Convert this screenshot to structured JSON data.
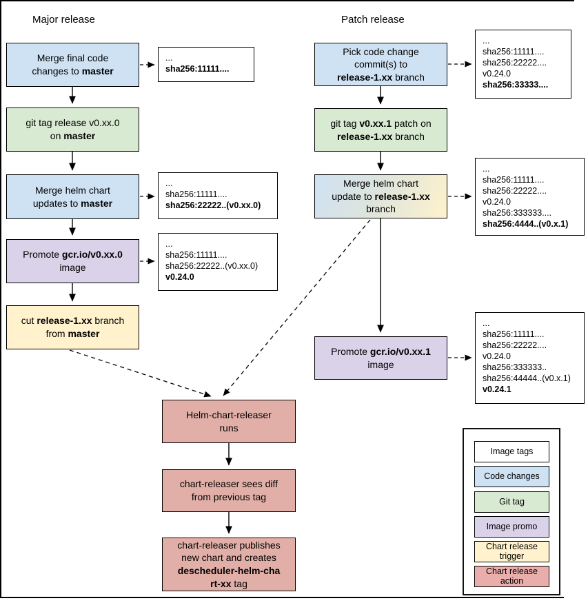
{
  "titles": {
    "major": "Major release",
    "patch": "Patch release"
  },
  "colors": {
    "code_changes": "#cfe2f3",
    "git_tag": "#d9ead3",
    "image_promo": "#d9d2e9",
    "chart_release_trigger": "#fff2cc",
    "chart_release_action": "#e1afa7",
    "legend_action": "#e9aeac",
    "image_tags": "#ffffff",
    "line": "#000000"
  },
  "major": {
    "steps": [
      {
        "segments": [
          {
            "t": "Merge final code"
          },
          {
            "br": true
          },
          {
            "t": "changes to "
          },
          {
            "t": "master",
            "b": true
          }
        ]
      },
      {
        "segments": [
          {
            "t": "git tag release v0.xx.0"
          },
          {
            "br": true
          },
          {
            "t": "on "
          },
          {
            "t": "master",
            "b": true
          }
        ]
      },
      {
        "segments": [
          {
            "t": "Merge helm chart"
          },
          {
            "br": true
          },
          {
            "t": "updates to "
          },
          {
            "t": "master",
            "b": true
          }
        ]
      },
      {
        "segments": [
          {
            "t": "Promote "
          },
          {
            "t": "gcr.io/v0.xx.0",
            "b": true
          },
          {
            "br": true
          },
          {
            "t": "image"
          }
        ]
      },
      {
        "segments": [
          {
            "t": "cut "
          },
          {
            "t": "release-1.xx",
            "b": true
          },
          {
            "t": " branch"
          },
          {
            "br": true
          },
          {
            "t": "from "
          },
          {
            "t": "master",
            "b": true
          }
        ]
      }
    ],
    "annotations": [
      {
        "lines": [
          "...",
          "sha256:11111...."
        ],
        "bold_last": true
      },
      {
        "lines": [
          "...",
          "sha256:11111....",
          "sha256:22222..(v0.xx.0)"
        ],
        "bold_last": true
      },
      {
        "lines": [
          "...",
          "sha256:11111....",
          "sha256:22222..(v0.xx.0)",
          "v0.24.0"
        ],
        "bold_last": true
      }
    ]
  },
  "patch": {
    "steps": [
      {
        "segments": [
          {
            "t": "Pick code change"
          },
          {
            "br": true
          },
          {
            "t": "commit(s) to"
          },
          {
            "br": true
          },
          {
            "t": "release-1.xx",
            "b": true
          },
          {
            "t": " branch"
          }
        ]
      },
      {
        "segments": [
          {
            "t": "git tag "
          },
          {
            "t": "v0.xx.1",
            "b": true
          },
          {
            "t": " patch on"
          },
          {
            "br": true
          },
          {
            "t": "release-1.xx",
            "b": true
          },
          {
            "t": " branch"
          }
        ]
      },
      {
        "segments": [
          {
            "t": "Merge helm chart"
          },
          {
            "br": true
          },
          {
            "t": "update to "
          },
          {
            "t": "release-1.xx",
            "b": true
          },
          {
            "br": true
          },
          {
            "t": "branch"
          }
        ]
      },
      {
        "segments": [
          {
            "t": "Promote "
          },
          {
            "t": "gcr.io/v0.xx.1",
            "b": true
          },
          {
            "br": true
          },
          {
            "t": "image"
          }
        ]
      }
    ],
    "annotations": [
      {
        "lines": [
          "...",
          "sha256:11111....",
          "sha256:22222....",
          "v0.24.0",
          "sha256:33333...."
        ],
        "bold_last": true
      },
      {
        "lines": [
          "...",
          "sha256:11111....",
          "sha256:22222....",
          "v0.24.0",
          "sha256:333333....",
          "sha256:4444..(v0.x.1)"
        ],
        "bold_last": true
      },
      {
        "lines": [
          "...",
          "sha256:11111....",
          "sha256:22222....",
          "v0.24.0",
          "sha256:333333..",
          "sha256:44444..(v0.x.1)",
          "v0.24.1"
        ],
        "bold_last": true
      }
    ]
  },
  "releaser": {
    "steps": [
      {
        "segments": [
          {
            "t": "Helm-chart-releaser"
          },
          {
            "br": true
          },
          {
            "t": "runs"
          }
        ]
      },
      {
        "segments": [
          {
            "t": "chart-releaser sees diff"
          },
          {
            "br": true
          },
          {
            "t": "from previous tag"
          }
        ]
      },
      {
        "segments": [
          {
            "t": "chart-releaser publishes"
          },
          {
            "br": true
          },
          {
            "t": "new chart and creates"
          },
          {
            "br": true
          },
          {
            "t": "descheduler-helm-cha",
            "b": true
          },
          {
            "br": true
          },
          {
            "t": "rt-xx",
            "b": true
          },
          {
            "t": " tag"
          }
        ]
      }
    ]
  },
  "legend": {
    "items": [
      {
        "label": "Image tags"
      },
      {
        "label": "Code changes"
      },
      {
        "label": "Git tag"
      },
      {
        "label": "Image promo"
      },
      {
        "label": "Chart release trigger"
      },
      {
        "label": "Chart release action"
      }
    ]
  }
}
